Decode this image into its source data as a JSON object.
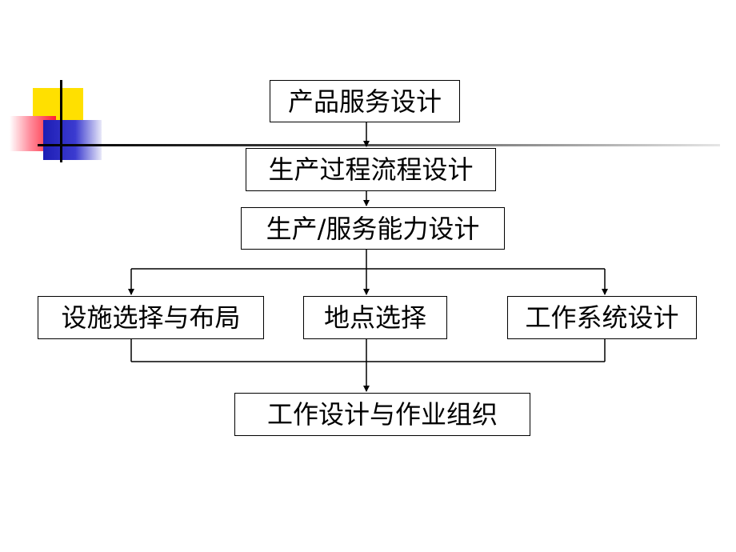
{
  "diagram": {
    "nodes": {
      "product_service_design": "产品服务设计",
      "process_flow_design": "生产过程流程设计",
      "capacity_design": "生产/服务能力设计",
      "facility_selection_layout": "设施选择与布局",
      "location_selection": "地点选择",
      "work_system_design": "工作系统设计",
      "job_design_organization": "工作设计与作业组织"
    },
    "edges": [
      [
        "product_service_design",
        "process_flow_design"
      ],
      [
        "process_flow_design",
        "capacity_design"
      ],
      [
        "capacity_design",
        "facility_selection_layout"
      ],
      [
        "capacity_design",
        "location_selection"
      ],
      [
        "capacity_design",
        "work_system_design"
      ],
      [
        "facility_selection_layout",
        "job_design_organization"
      ],
      [
        "location_selection",
        "job_design_organization"
      ],
      [
        "work_system_design",
        "job_design_organization"
      ]
    ]
  },
  "colors": {
    "deco_yellow": "#ffe000",
    "deco_red": "#ff1d30",
    "deco_blue": "#1d1db4",
    "line": "#000000"
  }
}
